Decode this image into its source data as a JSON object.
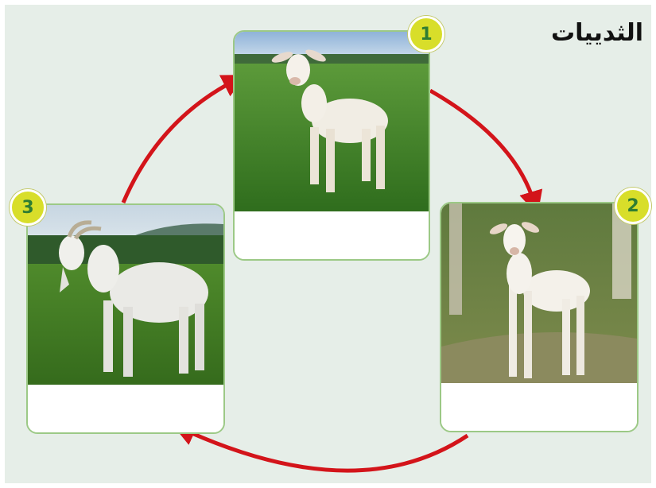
{
  "title": "الثدييات",
  "colors": {
    "arrow": "#d3141a",
    "badge_fill": "#d8de2a",
    "badge_text": "#2f7d33",
    "card_border": "#9cc986",
    "background": "#e6eee8"
  },
  "stages": [
    {
      "number": "1",
      "icon": "newborn-goat-kid-photo",
      "caption": ""
    },
    {
      "number": "2",
      "icon": "young-goat-photo",
      "caption": ""
    },
    {
      "number": "3",
      "icon": "adult-goat-photo",
      "caption": ""
    }
  ]
}
